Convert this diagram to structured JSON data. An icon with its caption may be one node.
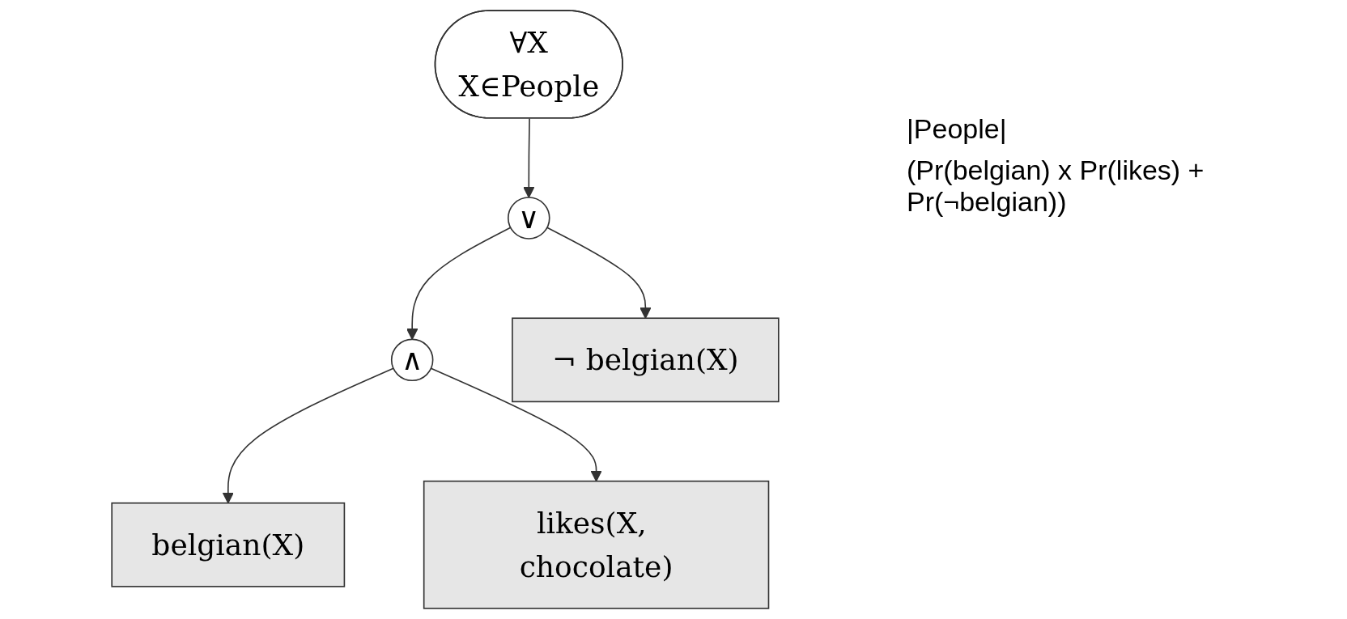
{
  "diagram": {
    "nodes": [
      {
        "text": [
          "∀X",
          "X∈People"
        ]
      },
      {
        "text": [
          "∨"
        ]
      },
      {
        "text": [
          "∧"
        ]
      },
      {
        "text": [
          "belgian(X)"
        ]
      },
      {
        "text": [
          "likes(X, chocolate)"
        ]
      },
      {
        "text": [
          "¬ belgian(X)"
        ]
      }
    ],
    "edges": [
      {
        "from": 0,
        "to": 1,
        "arrow": "to"
      },
      {
        "from": 1,
        "to": 2,
        "arrow": "to"
      },
      {
        "from": 1,
        "to": 5,
        "arrow": "to"
      },
      {
        "from": 2,
        "to": 3,
        "arrow": "to"
      },
      {
        "from": 2,
        "to": 4,
        "arrow": "to"
      }
    ],
    "labels": [
      "|People|",
      "(Pr(belgian) x Pr(likes) + Pr(¬belgian))"
    ]
  }
}
